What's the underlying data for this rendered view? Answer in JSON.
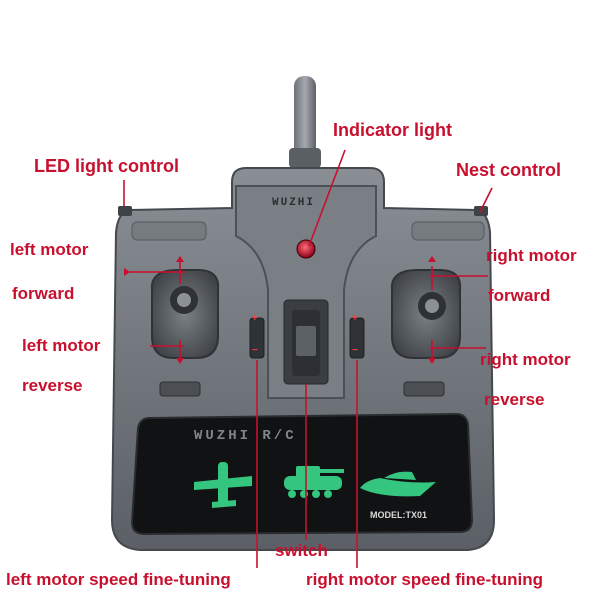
{
  "device": {
    "brand_top": "WUZHI",
    "panel_brand": "WUZHI R/C",
    "model": "MODEL:TX01"
  },
  "labels": {
    "indicator_light": "Indicator light",
    "led_light_control": "LED light control",
    "nest_control": "Nest control",
    "left_motor_forward_1": "left motor",
    "left_motor_forward_2": "forward",
    "right_motor_forward_1": "right motor",
    "right_motor_forward_2": "forward",
    "left_motor_reverse_1": "left motor",
    "left_motor_reverse_2": "reverse",
    "right_motor_reverse_1": "right motor",
    "right_motor_reverse_2": "reverse",
    "switch": "switch",
    "left_fine_tuning": "left motor speed fine-tuning",
    "right_fine_tuning": "right motor speed fine-tuning"
  },
  "trim_signs": {
    "plus": "+",
    "minus": "−"
  },
  "colors": {
    "label_red": "#c8102e",
    "body_gray": "#6f747a",
    "panel_green": "#39d98a"
  }
}
